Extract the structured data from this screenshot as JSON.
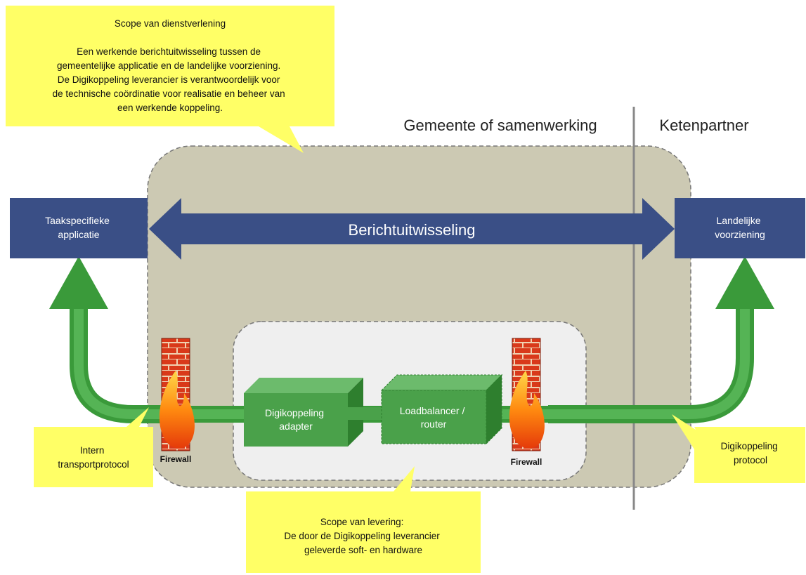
{
  "regions": {
    "left_label": "Gemeente of samenwerking",
    "right_label": "Ketenpartner"
  },
  "callouts": {
    "scope_service": {
      "title": "Scope van dienstverlening",
      "lines": [
        "Een werkende berichtuitwisseling tussen de",
        "gemeentelijke applicatie en de landelijke voorziening.",
        "De Digikoppeling leverancier is verantwoordelijk voor",
        "de technische coördinatie voor realisatie en beheer van",
        "een werkende koppeling."
      ]
    },
    "internal_protocol": {
      "lines": [
        "Intern",
        "transportprotocol"
      ]
    },
    "digikoppeling_protocol": {
      "lines": [
        "Digikoppeling",
        "protocol"
      ]
    },
    "scope_delivery": {
      "lines": [
        "Scope van levering:",
        "De door de Digikoppeling leverancier",
        "geleverde soft- en hardware"
      ]
    }
  },
  "endpoints": {
    "left": {
      "lines": [
        "Taakspecifieke",
        "applicatie"
      ]
    },
    "right": {
      "lines": [
        "Landelijke",
        "voorziening"
      ]
    }
  },
  "message_arrow": {
    "label": "Berichtuitwisseling"
  },
  "components": {
    "adapter": {
      "lines": [
        "Digikoppeling",
        "adapter"
      ]
    },
    "loadbalancer": {
      "lines": [
        "Loadbalancer /",
        "router"
      ]
    }
  },
  "firewalls": {
    "left": {
      "label": "Firewall"
    },
    "right": {
      "label": "Firewall"
    }
  },
  "colors": {
    "callout_yellow": "#ffff66",
    "region_fill": "#ccc9b3",
    "inner_scope_fill": "#efefef",
    "navy": "#3a4f86",
    "green": "#3a9a3a",
    "component_green": "#4aa14a",
    "brick_red": "#d63a1a"
  }
}
